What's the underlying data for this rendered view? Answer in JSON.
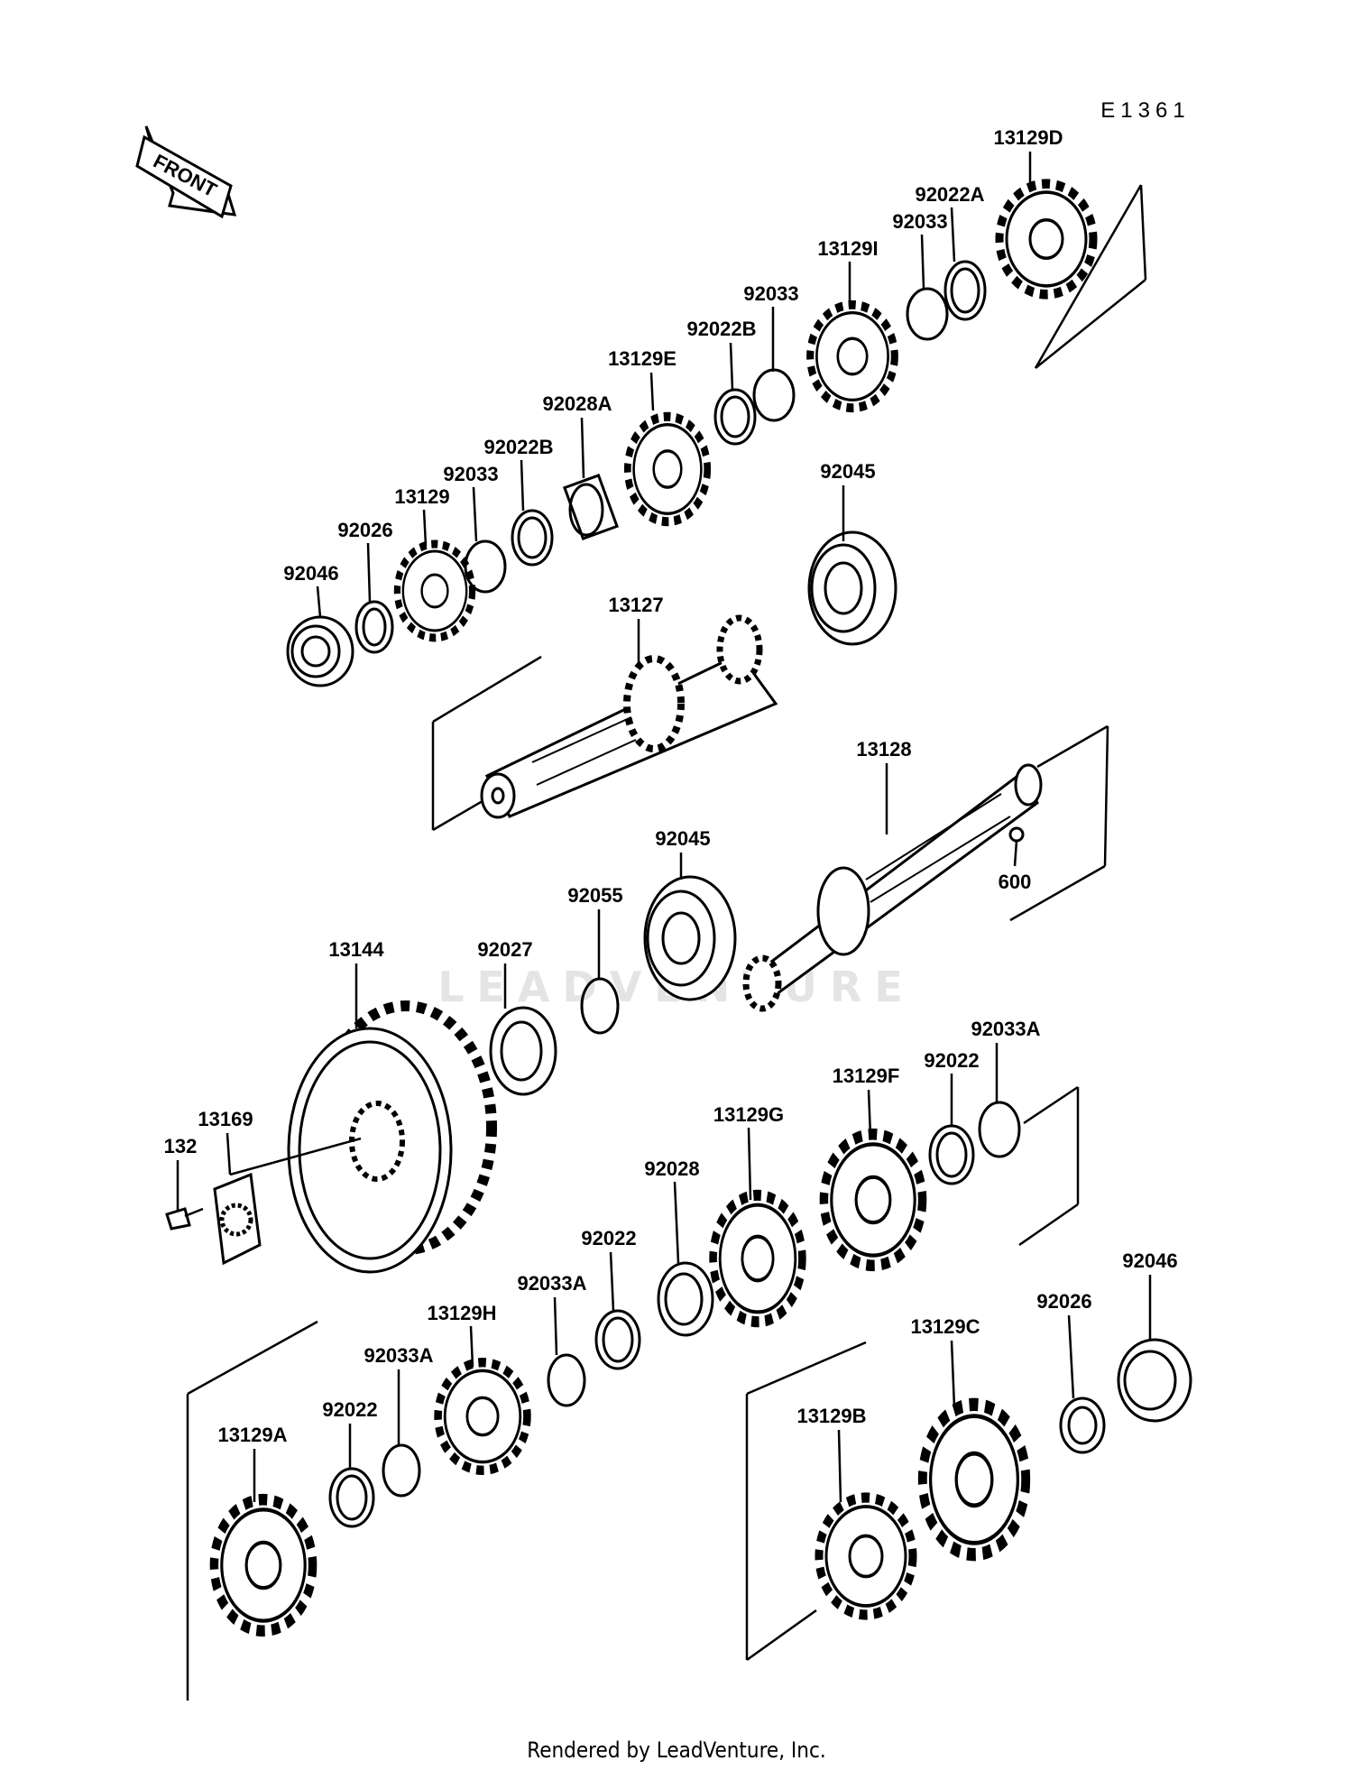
{
  "diagram_code": "E1361",
  "front_arrow_text": "FRONT",
  "watermark": "LEADVENTURE",
  "footer": "Rendered by LeadVenture, Inc.",
  "labels": {
    "p13129D": "13129D",
    "p92022A": "92022A",
    "p92033_a": "92033",
    "p13129I": "13129I",
    "p92033_b": "92033",
    "p92022B_a": "92022B",
    "p13129E": "13129E",
    "p92028A": "92028A",
    "p92022B_b": "92022B",
    "p92033_c": "92033",
    "p13129": "13129",
    "p92026_a": "92026",
    "p92046_a": "92046",
    "p92045_a": "92045",
    "p13127": "13127",
    "p13128": "13128",
    "p600": "600",
    "p92045_b": "92045",
    "p92055": "92055",
    "p92027": "92027",
    "p13144": "13144",
    "p13169": "13169",
    "p132": "132",
    "p92033A_a": "92033A",
    "p92022_a": "92022",
    "p13129F": "13129F",
    "p13129G": "13129G",
    "p92028": "92028",
    "p92022_b": "92022",
    "p92033A_b": "92033A",
    "p13129H": "13129H",
    "p92033A_c": "92033A",
    "p92022_c": "92022",
    "p13129A": "13129A",
    "p92046_b": "92046",
    "p92026_b": "92026",
    "p13129C": "13129C",
    "p13129B": "13129B"
  }
}
